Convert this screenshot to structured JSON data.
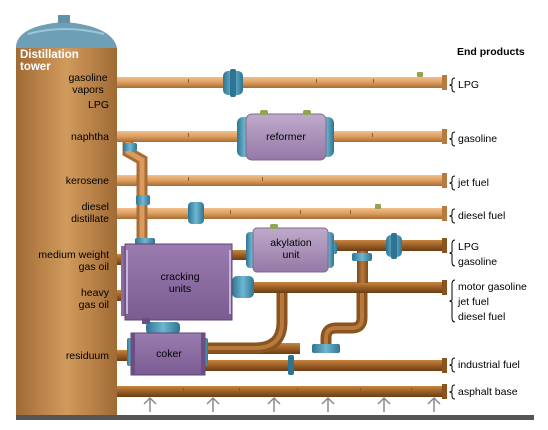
{
  "tower": {
    "title_line1": "Distillation",
    "title_line2": "tower"
  },
  "heading": "End products",
  "fractions": {
    "gasoline_vapors": [
      "gasoline",
      "vapors"
    ],
    "lpg": "LPG",
    "naphtha": "naphtha",
    "kerosene": "kerosene",
    "diesel_distillate": [
      "diesel",
      "distillate"
    ],
    "medium_weight_gas_oil": [
      "medium weight",
      "gas oil"
    ],
    "heavy_gas_oil": [
      "heavy",
      "gas oil"
    ],
    "residuum": "residuum"
  },
  "units": {
    "reformer": "reformer",
    "akylation": [
      "akylation",
      "unit"
    ],
    "cracking": [
      "cracking",
      "units"
    ],
    "coker": "coker"
  },
  "products": {
    "p1": "LPG",
    "p2": "gasoline",
    "p3": "jet fuel",
    "p4": "diesel fuel",
    "p5": [
      "LPG",
      "gasoline"
    ],
    "p6": [
      "motor gasoline",
      "jet fuel",
      "diesel fuel"
    ],
    "p7": "industrial fuel",
    "p8": "asphalt base"
  },
  "colors": {
    "tower": "#c08a4e",
    "pipe_light": "#e0a76a",
    "pipe_dark": "#8a5420",
    "valve_blue": "#3f8fae",
    "unit_purple": "#a990b8"
  }
}
